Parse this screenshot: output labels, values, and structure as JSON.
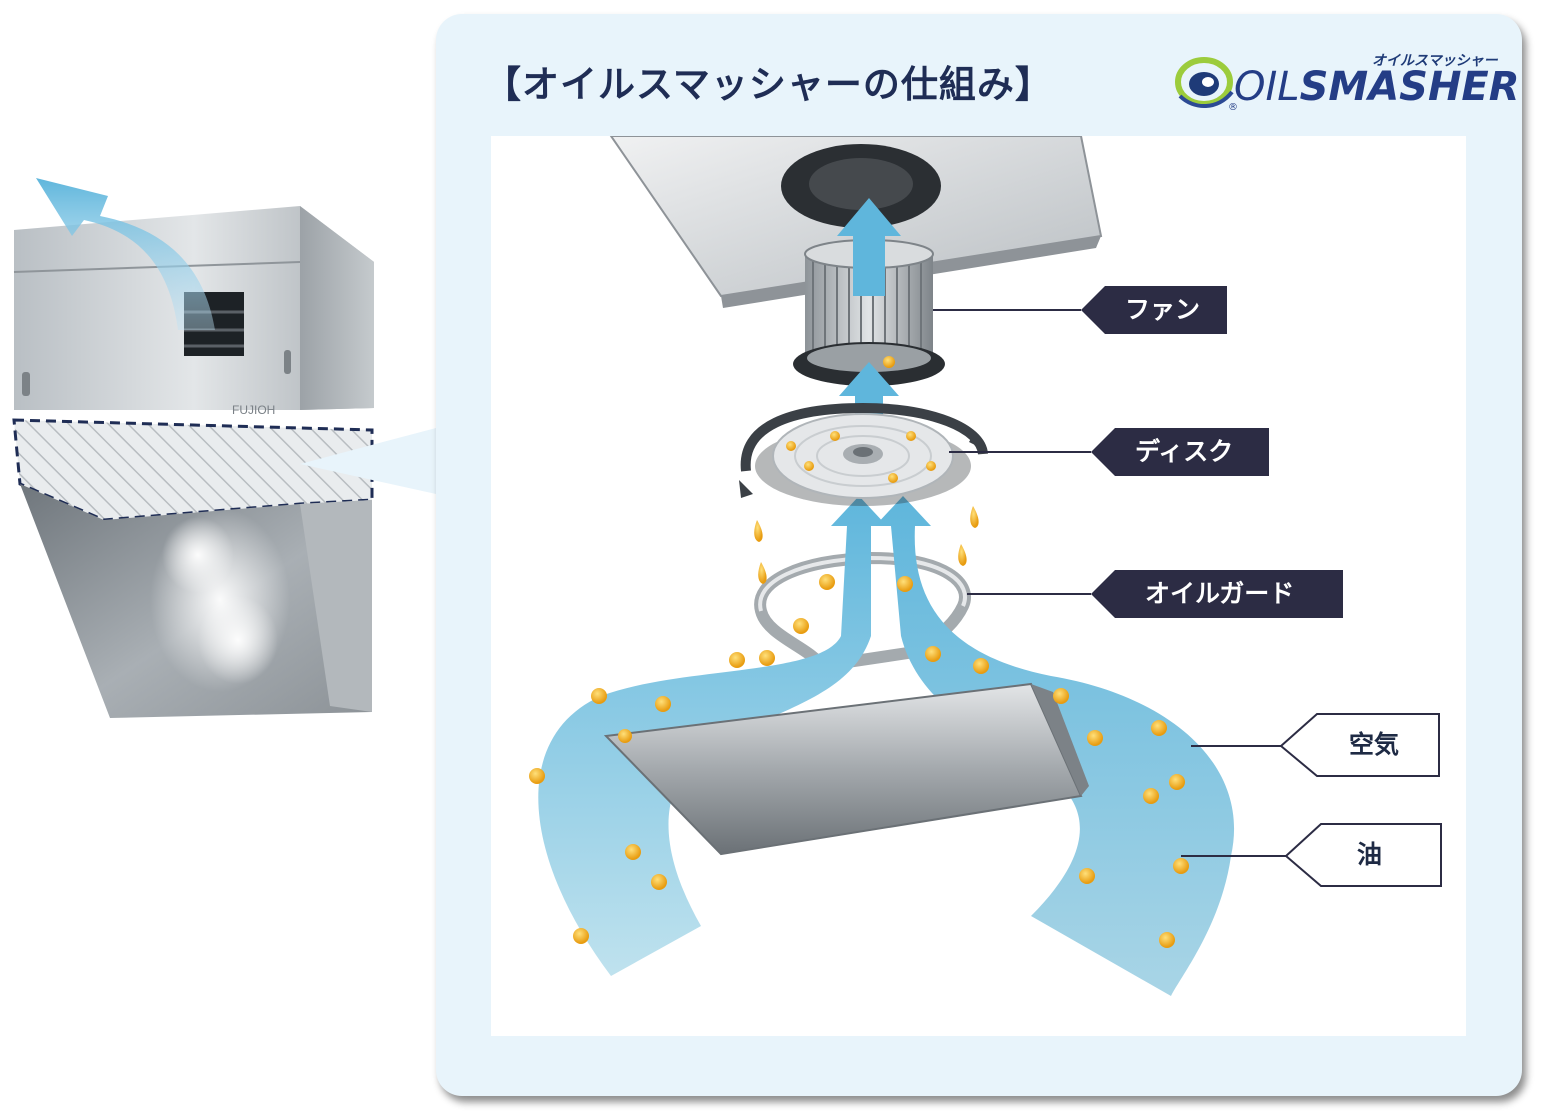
{
  "panel": {
    "title": "【オイルスマッシャーの仕組み】"
  },
  "logo": {
    "subtitle": "オイルスマッシャー",
    "word_light": "OIL",
    "word_bold": "SMASHER",
    "registered": "®"
  },
  "hood": {
    "brand": "FUJIOH"
  },
  "labels": {
    "fan": "ファン",
    "disc": "ディスク",
    "oil_guard": "オイルガード",
    "air": "空気",
    "oil": "油"
  },
  "colors": {
    "navy_label": "#2c2c44",
    "title_navy": "#1f2d55",
    "air_blue": "#5fb6dc",
    "oil_yellow": "#f2b51c",
    "panel_bg": "#e8f4fb"
  }
}
